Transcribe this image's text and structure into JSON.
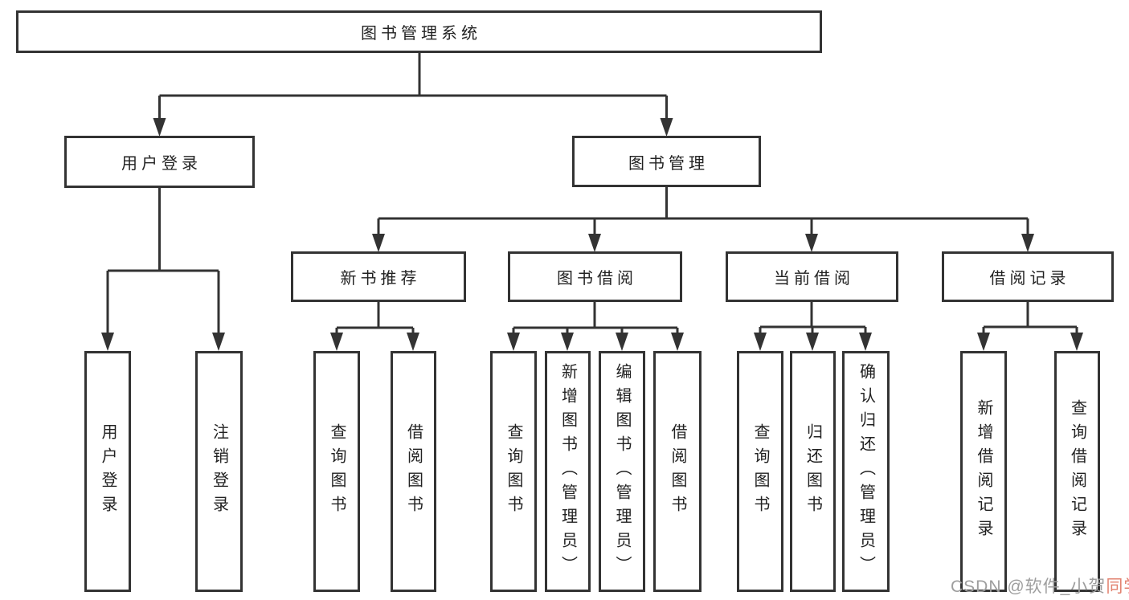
{
  "diagram": {
    "root": {
      "label": "图书管理系统"
    },
    "user_login": {
      "label": "用户登录",
      "leaves": [
        {
          "label": "用户登录"
        },
        {
          "label": "注销登录"
        }
      ]
    },
    "book_mgmt": {
      "label": "图书管理",
      "groups": [
        {
          "label": "新书推荐",
          "leaves": [
            {
              "label": "查询图书"
            },
            {
              "label": "借阅图书"
            }
          ]
        },
        {
          "label": "图书借阅",
          "leaves": [
            {
              "label": "查询图书"
            },
            {
              "label": "新增图书（管理员）"
            },
            {
              "label": "编辑图书（管理员）"
            },
            {
              "label": "借阅图书"
            }
          ]
        },
        {
          "label": "当前借阅",
          "leaves": [
            {
              "label": "查询图书"
            },
            {
              "label": "归还图书"
            },
            {
              "label": "确认归还（管理员）"
            }
          ]
        },
        {
          "label": "借阅记录",
          "leaves": [
            {
              "label": "新增借阅记录"
            },
            {
              "label": "查询借阅记录"
            }
          ]
        }
      ]
    }
  },
  "watermark": {
    "prefix": "CSDN @软件_小贺",
    "suffix": "同学"
  },
  "colors": {
    "line": "#333333",
    "text": "#222222",
    "watermark_gray": "#9e9e9e",
    "watermark_red": "#e2826f"
  }
}
